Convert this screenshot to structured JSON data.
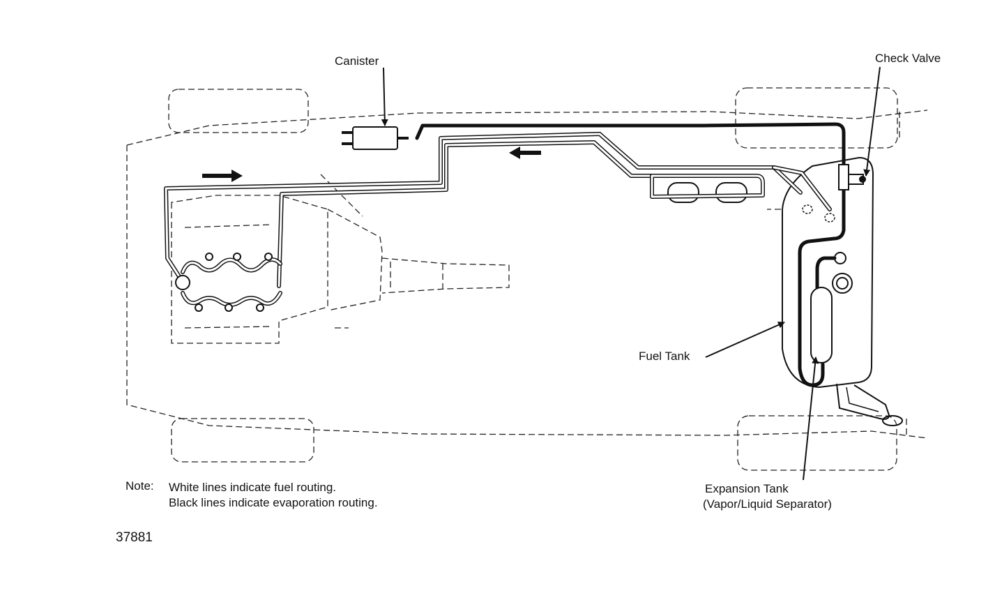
{
  "labels": {
    "canister": "Canister",
    "check_valve": "Check Valve",
    "fuel_tank": "Fuel Tank",
    "expansion_tank_line1": "Expansion Tank",
    "expansion_tank_line2": "(Vapor/Liquid Separator)",
    "note_prefix": "Note:",
    "note_line1": "White lines indicate fuel routing.",
    "note_line2": "Black lines indicate evaporation routing.",
    "figure_number": "37881"
  },
  "legend": {
    "white_line": "fuel routing",
    "black_line": "evaporation routing"
  }
}
